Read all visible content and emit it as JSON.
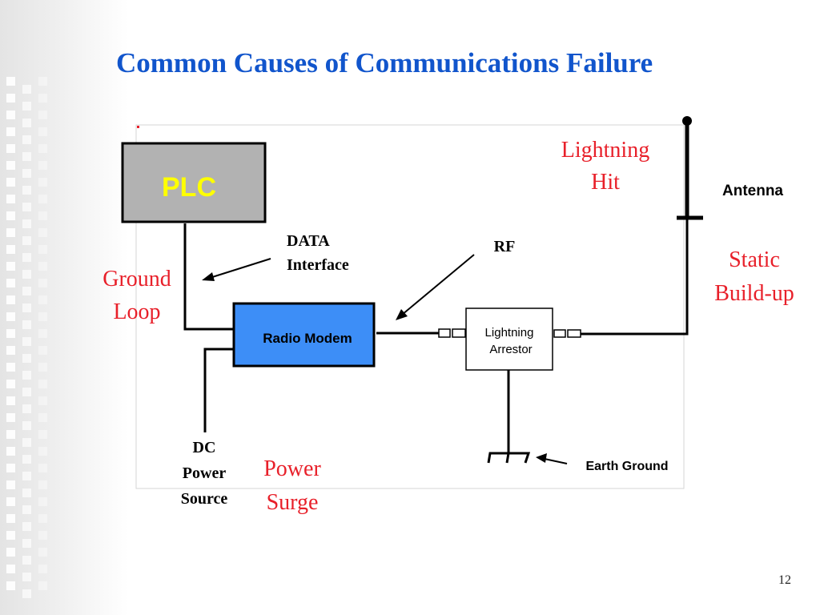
{
  "slide": {
    "title": "Common Causes of Communications Failure",
    "page_number": "12"
  },
  "diagram": {
    "plc_label": "PLC",
    "radio_modem_label": "Radio Modem",
    "lightning_arrestor_lines": [
      "Lightning",
      "Arrestor"
    ],
    "antenna_label": "Antenna",
    "earth_ground_label": "Earth Ground",
    "data_interface_lines": [
      "DATA",
      "Interface"
    ],
    "rf_label": "RF",
    "dc_power_source_lines": [
      "DC",
      "Power",
      "Source"
    ],
    "ground_loop_lines": [
      "Ground",
      "Loop"
    ],
    "lightning_hit_lines": [
      "Lightning",
      "Hit"
    ],
    "static_buildup_lines": [
      "Static",
      "Build-up"
    ],
    "power_surge_lines": [
      "Power",
      "Surge"
    ]
  },
  "colors": {
    "title": "#1155cc",
    "cause_text": "#e8202a",
    "plc_fill": "#b2b2b2",
    "plc_text": "#ffff00",
    "modem_fill": "#3d8ef7"
  }
}
